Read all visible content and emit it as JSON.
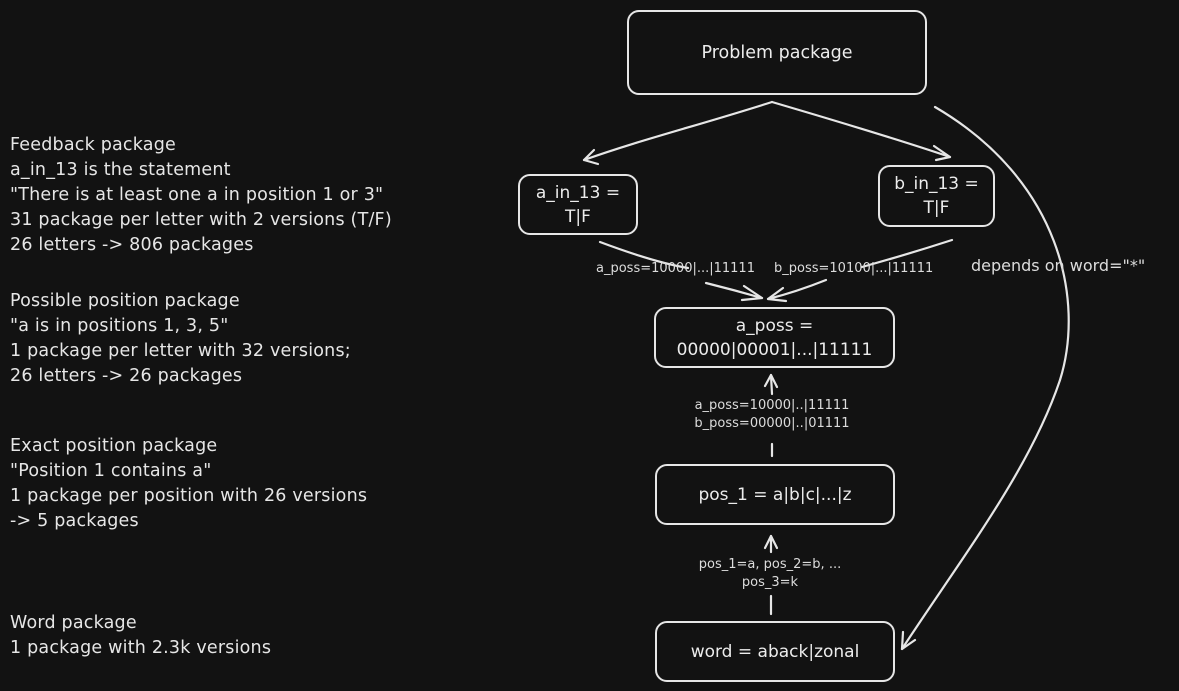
{
  "notes": {
    "feedback": {
      "title": "Feedback package",
      "lines": [
        "a_in_13 is the statement",
        "\"There is at least one a in position 1 or 3\"",
        "31 package per letter with 2 versions (T/F)",
        "26 letters -> 806 packages"
      ]
    },
    "possible": {
      "title": "Possible position package",
      "lines": [
        "\"a is in positions 1, 3, 5\"",
        "1 package per letter with 32 versions;",
        "26 letters -> 26 packages"
      ]
    },
    "exact": {
      "title": "Exact position package",
      "lines": [
        "\"Position 1 contains a\"",
        "1 package per position with 26 versions",
        "-> 5 packages"
      ]
    },
    "word": {
      "title": "Word package",
      "lines": [
        "1 package with 2.3k versions"
      ]
    }
  },
  "nodes": {
    "problem": "Problem package",
    "a_in_13": "a_in_13 =\nT|F",
    "b_in_13": "b_in_13 =\nT|F",
    "a_poss": "a_poss =\n00000|00001|...|11111",
    "pos_1": "pos_1 = a|b|c|...|z",
    "word": "word = aback|zonal"
  },
  "edge_labels": {
    "a_in_to_poss": "a_poss=10000|...|11111",
    "b_in_to_poss": "b_poss=10100|...|11111",
    "pos_to_poss": "a_poss=10000|..|11111\nb_poss=00000|..|01111",
    "word_to_pos": "pos_1=a, pos_2=b, ...\npos_3=k",
    "problem_to_word": "depends on word=\"*\""
  }
}
